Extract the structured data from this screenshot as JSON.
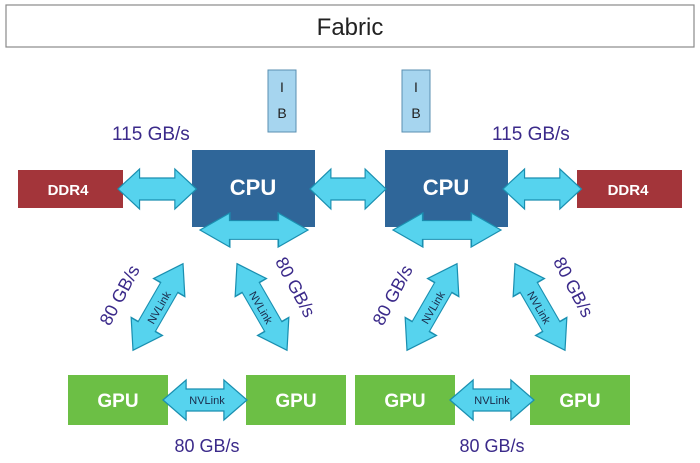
{
  "fabric": {
    "label": "Fabric"
  },
  "ib": {
    "top": "I",
    "bottom": "B"
  },
  "cpu": {
    "label": "CPU"
  },
  "ddr": {
    "label": "DDR4"
  },
  "gpu": {
    "label": "GPU"
  },
  "links": {
    "ddr_bw": "115 GB/s",
    "nvlink_bw": "80 GB/s",
    "nvlink_label": "NVLink"
  },
  "colors": {
    "cpu": "#2f6699",
    "ddr": "#a3353a",
    "gpu": "#6cbf45",
    "arrow": "#56d3ee",
    "arrow_stroke": "#1a8fb0",
    "ib": "#a6d5ef",
    "text_purple": "#3b2a8a"
  }
}
